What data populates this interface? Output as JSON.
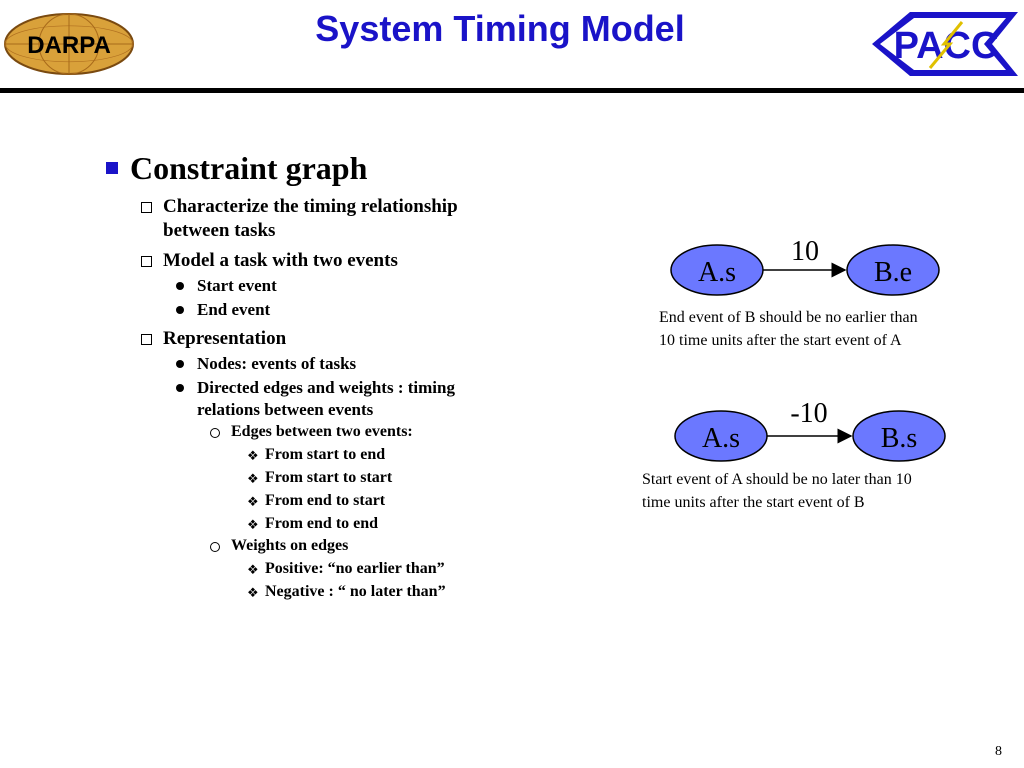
{
  "header": {
    "title": "System Timing Model",
    "logo_left_text": "DARPA",
    "logo_right_text": "PACC"
  },
  "content": {
    "heading": "Constraint graph",
    "items": {
      "characterize_line1": "Characterize the timing relationship",
      "characterize_line2": "between tasks",
      "model": "Model a task with two events",
      "start_event": "Start event",
      "end_event": "End event",
      "representation": "Representation",
      "nodes": "Nodes: events of tasks",
      "directed_line1": "Directed edges and weights : timing",
      "directed_line2": "relations between events",
      "edges_between": "Edges between two events:",
      "from_start_to_end": "From start to end",
      "from_start_to_start": "From start to start",
      "from_end_to_start": "From end to start",
      "from_end_to_end": "From end to end",
      "weights": "Weights on edges",
      "positive": "Positive: “no earlier than”",
      "negative": "Negative : “ no later than”"
    }
  },
  "diagram1": {
    "node_a": "A.s",
    "node_b": "B.e",
    "weight": "10",
    "caption_line1": "End event of B should be no earlier than",
    "caption_line2": "10 time units after the start event of A"
  },
  "diagram2": {
    "node_a": "A.s",
    "node_b": "B.s",
    "weight": "-10",
    "caption_line1": "Start event of A should be no later than 10",
    "caption_line2": "time units after the start event of B"
  },
  "colors": {
    "title": "#1a13c8",
    "node_fill": "#6b78ff",
    "node_stroke": "#000000"
  },
  "footer": {
    "page_number": "8"
  }
}
